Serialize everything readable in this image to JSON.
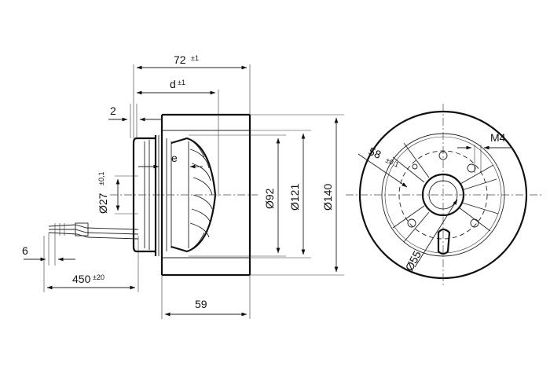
{
  "side_view": {
    "dim_72": {
      "value": "72",
      "tol": "±1"
    },
    "dim_d": {
      "value": "d",
      "tol": "±1"
    },
    "dim_2": {
      "value": "2"
    },
    "dim_e": {
      "value": "e"
    },
    "dim_27": {
      "value": "Ø27",
      "tol": "±0,1"
    },
    "dim_92": {
      "value": "Ø92"
    },
    "dim_121": {
      "value": "Ø121"
    },
    "dim_140": {
      "value": "Ø140"
    },
    "dim_59": {
      "value": "59"
    },
    "dim_6": {
      "value": "6"
    },
    "dim_450": {
      "value": "450",
      "tol": "±20"
    }
  },
  "front_view": {
    "dim_58": {
      "value": "58",
      "tol": "±0,1"
    },
    "dim_m4": {
      "value": "M4"
    },
    "dim_55": {
      "value": "Ø55"
    }
  }
}
